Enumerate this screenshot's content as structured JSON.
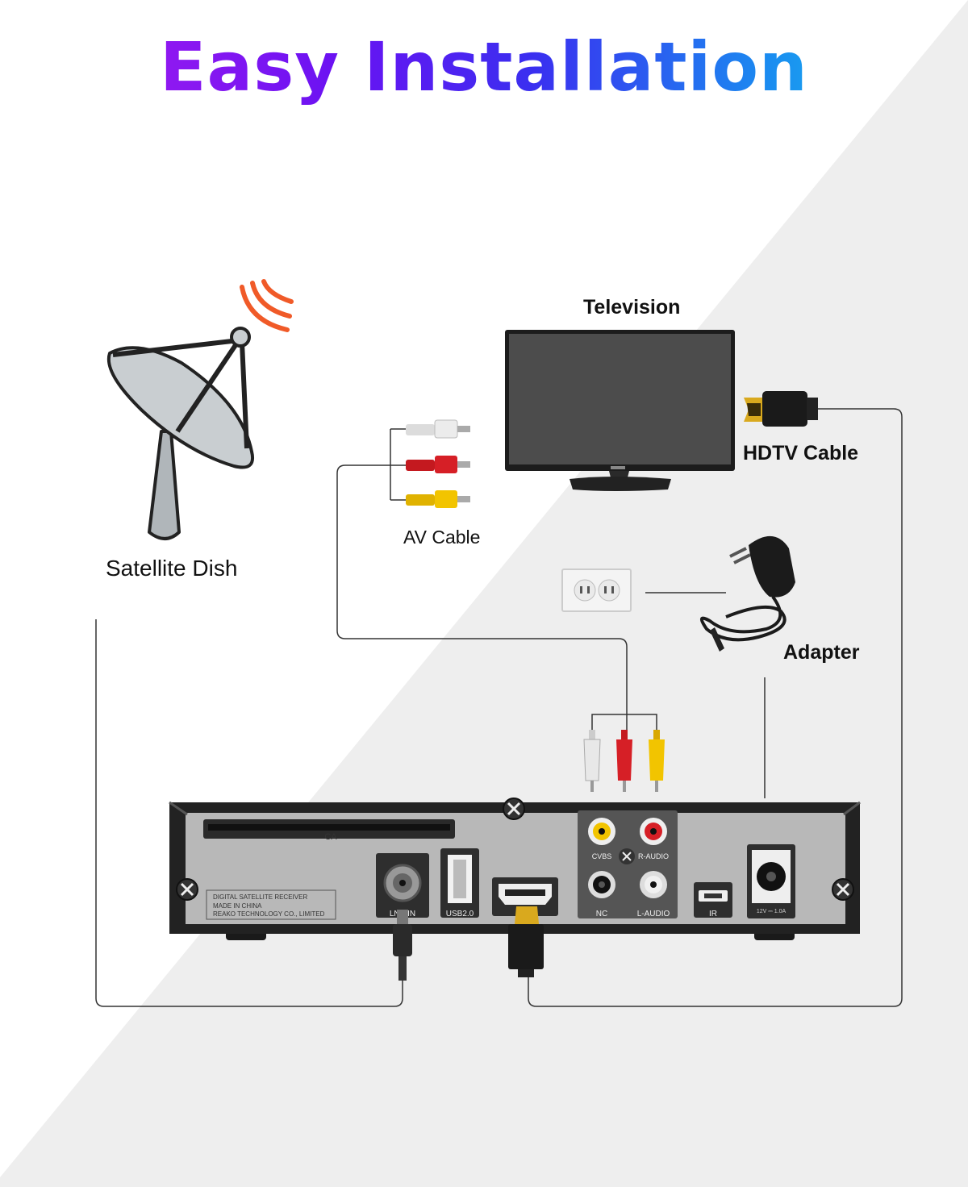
{
  "title": "Easy Installation",
  "labels": {
    "television": "Television",
    "hdtv_cable": "HDTV Cable",
    "av_cable": "AV Cable",
    "satellite_dish": "Satellite Dish",
    "adapter": "Adapter"
  },
  "receiver": {
    "ca_slot": "CA",
    "info_lines": [
      "DIGITAL SATELLITE RECEIVER",
      "MADE IN CHINA",
      "REAKO TECHNOLOGY CO., LIMITED"
    ],
    "ports": {
      "lnb": "LNB IN",
      "usb": "USB2.0",
      "cvbs": "CVBS",
      "r_audio": "R-AUDIO",
      "nc": "NC",
      "l_audio": "L-AUDIO",
      "ir": "IR",
      "power": "12V ⎓ 1.0A"
    }
  },
  "colors": {
    "title_gradient": [
      "#b11ff0",
      "#3a2ff0",
      "#19d8ec"
    ],
    "signal_waves": "#f05a28",
    "rca_white": "#e8e8e8",
    "rca_red": "#d61f26",
    "rca_yellow": "#f2c400"
  }
}
